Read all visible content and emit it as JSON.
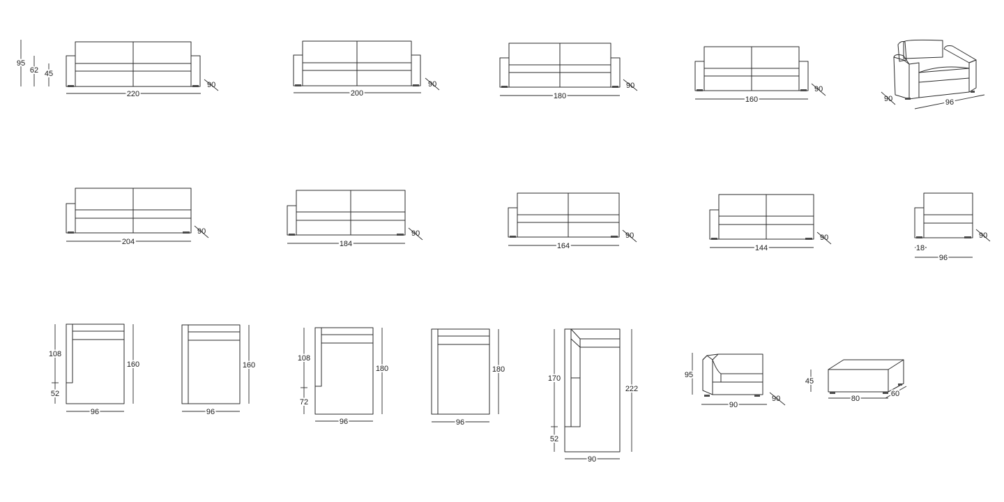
{
  "line_color": "#2a2a2a",
  "background": "#ffffff",
  "label_style": "numeric dimensions without units",
  "row1": [
    {
      "height": "95",
      "seat_back": "62",
      "seat": "45",
      "width": "220",
      "depth": "90"
    },
    {
      "width": "200",
      "depth": "90"
    },
    {
      "width": "180",
      "depth": "90"
    },
    {
      "width": "160",
      "depth": "90"
    },
    {
      "depth": "90",
      "width": "96"
    }
  ],
  "row2": [
    {
      "width": "204",
      "depth": "90"
    },
    {
      "width": "184",
      "depth": "90"
    },
    {
      "width": "164",
      "depth": "90"
    },
    {
      "width": "144",
      "depth": "90"
    },
    {
      "arm": "18",
      "width": "96",
      "depth": "90"
    }
  ],
  "row3": [
    {
      "upper": "108",
      "lower": "52",
      "length": "160",
      "width": "96"
    },
    {
      "length": "160",
      "width": "96"
    },
    {
      "upper": "108",
      "lower": "72",
      "length": "180",
      "width": "96"
    },
    {
      "length": "180",
      "width": "96"
    },
    {
      "upper": "170",
      "lower": "52",
      "length": "222",
      "width": "90"
    },
    {
      "height": "95",
      "width": "90",
      "depth": "90"
    },
    {
      "height": "45",
      "width": "80",
      "depth": "60"
    }
  ]
}
